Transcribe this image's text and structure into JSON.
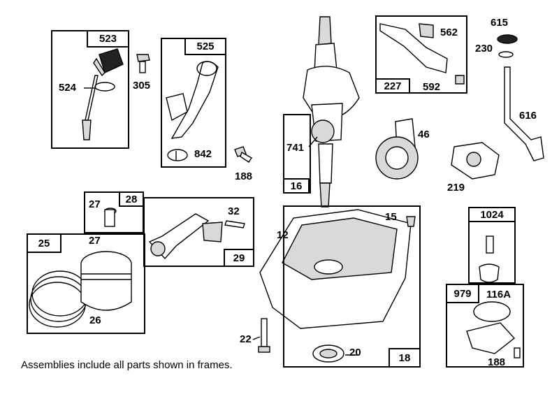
{
  "parts": {
    "p523": "523",
    "p524": "524",
    "p305": "305",
    "p525": "525",
    "p842": "842",
    "p188a": "188",
    "p741": "741",
    "p16": "16",
    "p227": "227",
    "p562": "562",
    "p592": "592",
    "p615": "615",
    "p230": "230",
    "p616": "616",
    "p46": "46",
    "p219": "219",
    "p27a": "27",
    "p28": "28",
    "p32": "32",
    "p29": "29",
    "p25": "25",
    "p27b": "27",
    "p26": "26",
    "p12": "12",
    "p15": "15",
    "p22": "22",
    "p20": "20",
    "p18": "18",
    "p1024": "1024",
    "p979": "979",
    "p116a": "116A",
    "p188b": "188"
  },
  "footer": {
    "note": "Assemblies include all parts shown in frames."
  }
}
